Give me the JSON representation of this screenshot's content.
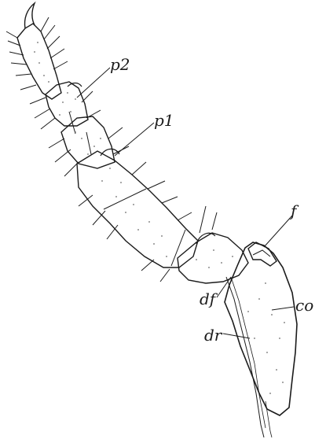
{
  "labels": {
    "p2": "p2",
    "p1": "p1",
    "f": "f",
    "df": "df",
    "co": "co",
    "dr": "dr"
  },
  "colors": {
    "ink": "#1b1b1b",
    "stipple": "#6a6a6a",
    "background": "#ffffff"
  }
}
